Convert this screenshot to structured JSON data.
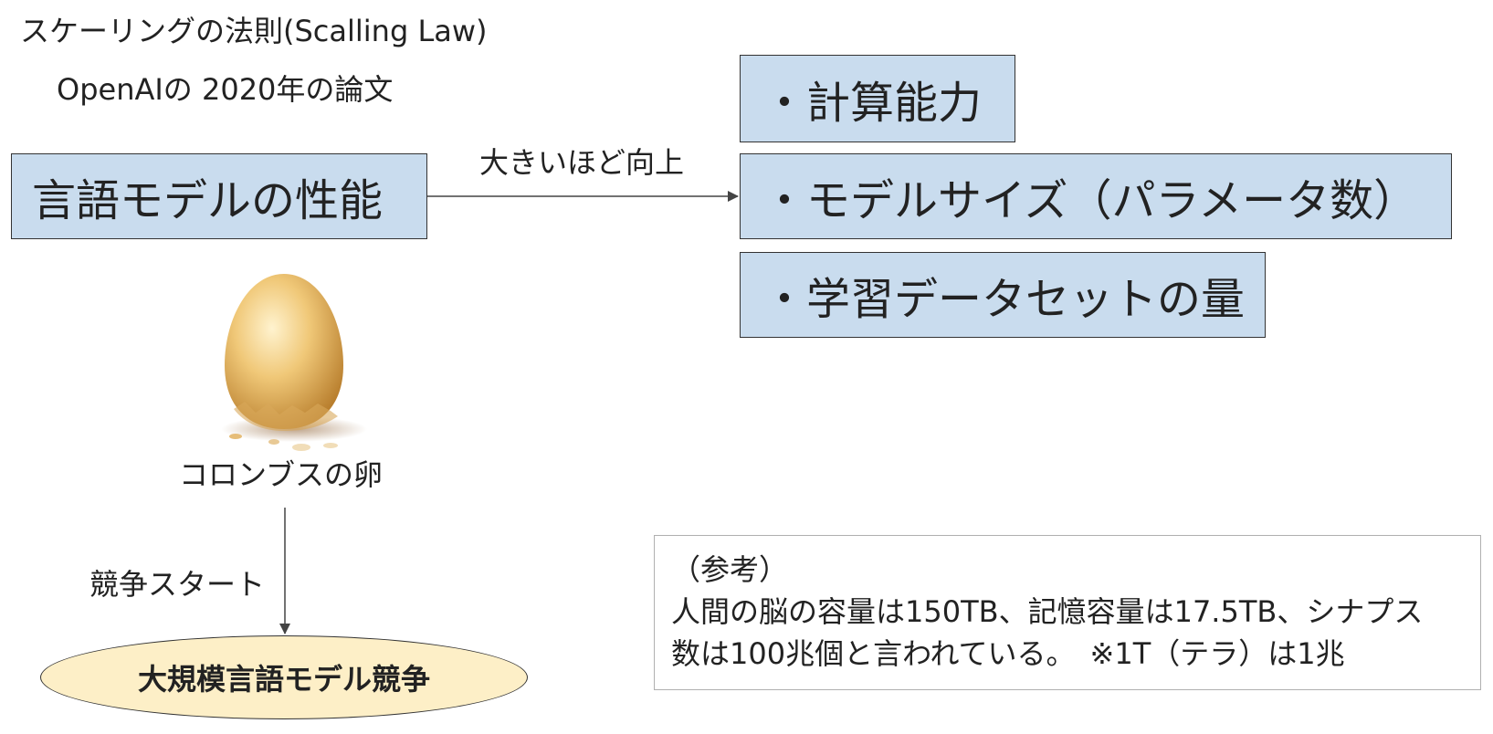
{
  "title": "スケーリングの法則(Scalling Law)",
  "subtitle": "OpenAIの 2020年の論文",
  "main_box": "言語モデルの性能",
  "arrow_label": "大きいほど向上",
  "factors": [
    "・計算能力",
    "・モデルサイズ（パラメータ数）",
    "・学習データセットの量"
  ],
  "egg_caption": "コロンブスの卵",
  "competition_label": "競争スタート",
  "competition_result": "大規模言語モデル競争",
  "note": {
    "heading": "（参考）",
    "line1": "人間の脳の容量は150TB、記憶容量は17.5TB、シナプス",
    "line2": "数は100兆個と言われている。　※1T（テラ）は1兆"
  },
  "colors": {
    "box_fill": "#c9dcee",
    "ellipse_fill": "#fdefc7",
    "egg": "#e8b75e"
  }
}
